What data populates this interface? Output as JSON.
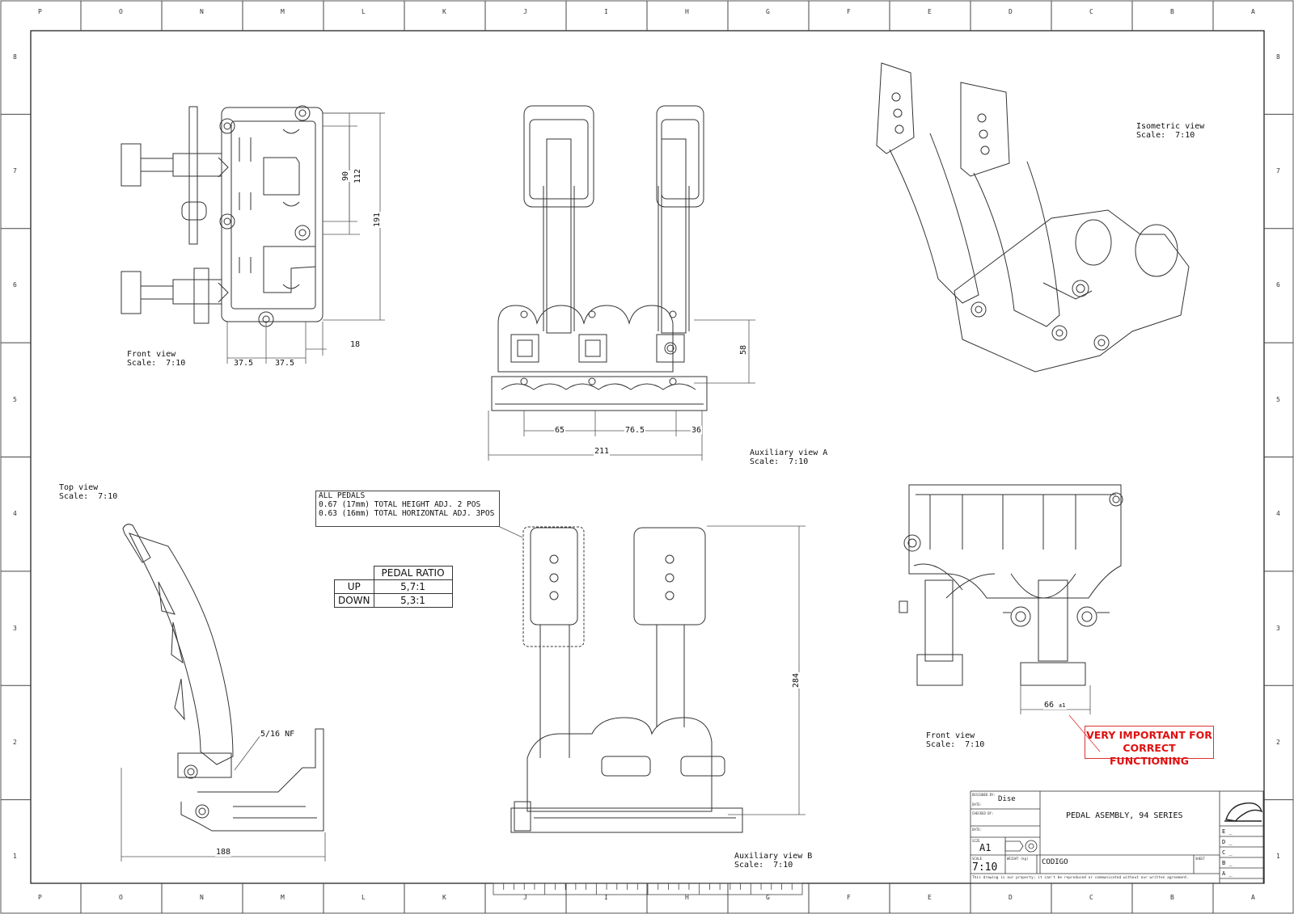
{
  "zones": {
    "columns": [
      "P",
      "O",
      "N",
      "M",
      "L",
      "K",
      "J",
      "I",
      "H",
      "G",
      "F",
      "E",
      "D",
      "C",
      "B",
      "A"
    ],
    "rows": [
      "8",
      "7",
      "6",
      "5",
      "4",
      "3",
      "2",
      "1"
    ]
  },
  "views": {
    "front_top": {
      "title": "Front view",
      "scale": "Scale:  7:10"
    },
    "aux_a": {
      "title": "Auxiliary view A",
      "scale": "Scale:  7:10"
    },
    "iso": {
      "title": "Isometric view",
      "scale": "Scale:  7:10"
    },
    "top": {
      "title": "Top view",
      "scale": "Scale:  7:10"
    },
    "aux_b": {
      "title": "Auxiliary view B",
      "scale": "Scale:  7:10"
    },
    "front_bottom": {
      "title": "Front view",
      "scale": "Scale:  7:10"
    }
  },
  "dimensions": {
    "d90": "90",
    "d112": "112",
    "d191": "191",
    "d18": "18",
    "d37a": "37.5",
    "d37b": "37.5",
    "d58": "58",
    "d65": "65",
    "d76": "76.5",
    "d36": "36",
    "d211": "211",
    "d188": "188",
    "d284": "284",
    "d66": "66",
    "d66tol": "±1",
    "thread": "5/16 NF"
  },
  "note": {
    "line1": "ALL PEDALS",
    "line2": "0.67 (17mm) TOTAL HEIGHT ADJ. 2 POS",
    "line3": "0.63 (16mm) TOTAL HORIZONTAL ADJ. 3POS"
  },
  "pedal_ratio": {
    "header": "PEDAL RATIO",
    "rows": [
      {
        "label": "UP",
        "value": "5,7:1"
      },
      {
        "label": "DOWN",
        "value": "5,3:1"
      }
    ]
  },
  "warning": {
    "line1": "VERY IMPORTANT FOR",
    "line2": "CORRECT FUNCTIONING",
    "color": "#e01010"
  },
  "title_block": {
    "designed_by_label": "DESIGNED BY:",
    "designed_by": "Dise",
    "date_label": "DATE:",
    "checked_by_label": "CHECKED BY:",
    "title": "PEDAL ASEMBLY, 94 SERIES",
    "size_label": "SIZE",
    "size": "A1",
    "scale_label": "SCALE",
    "scale": "7:10",
    "weight_label": "WEIGHT (kg)",
    "code": "CODIGO",
    "sheet_label": "SHEET",
    "revisions": [
      "E",
      "D",
      "C",
      "B",
      "A"
    ],
    "rev_marks": [
      "_",
      "_",
      "_",
      "_",
      "_"
    ],
    "disclaimer": "This drawing is our property; it can't be reproduced or communicated without our written agreement."
  }
}
